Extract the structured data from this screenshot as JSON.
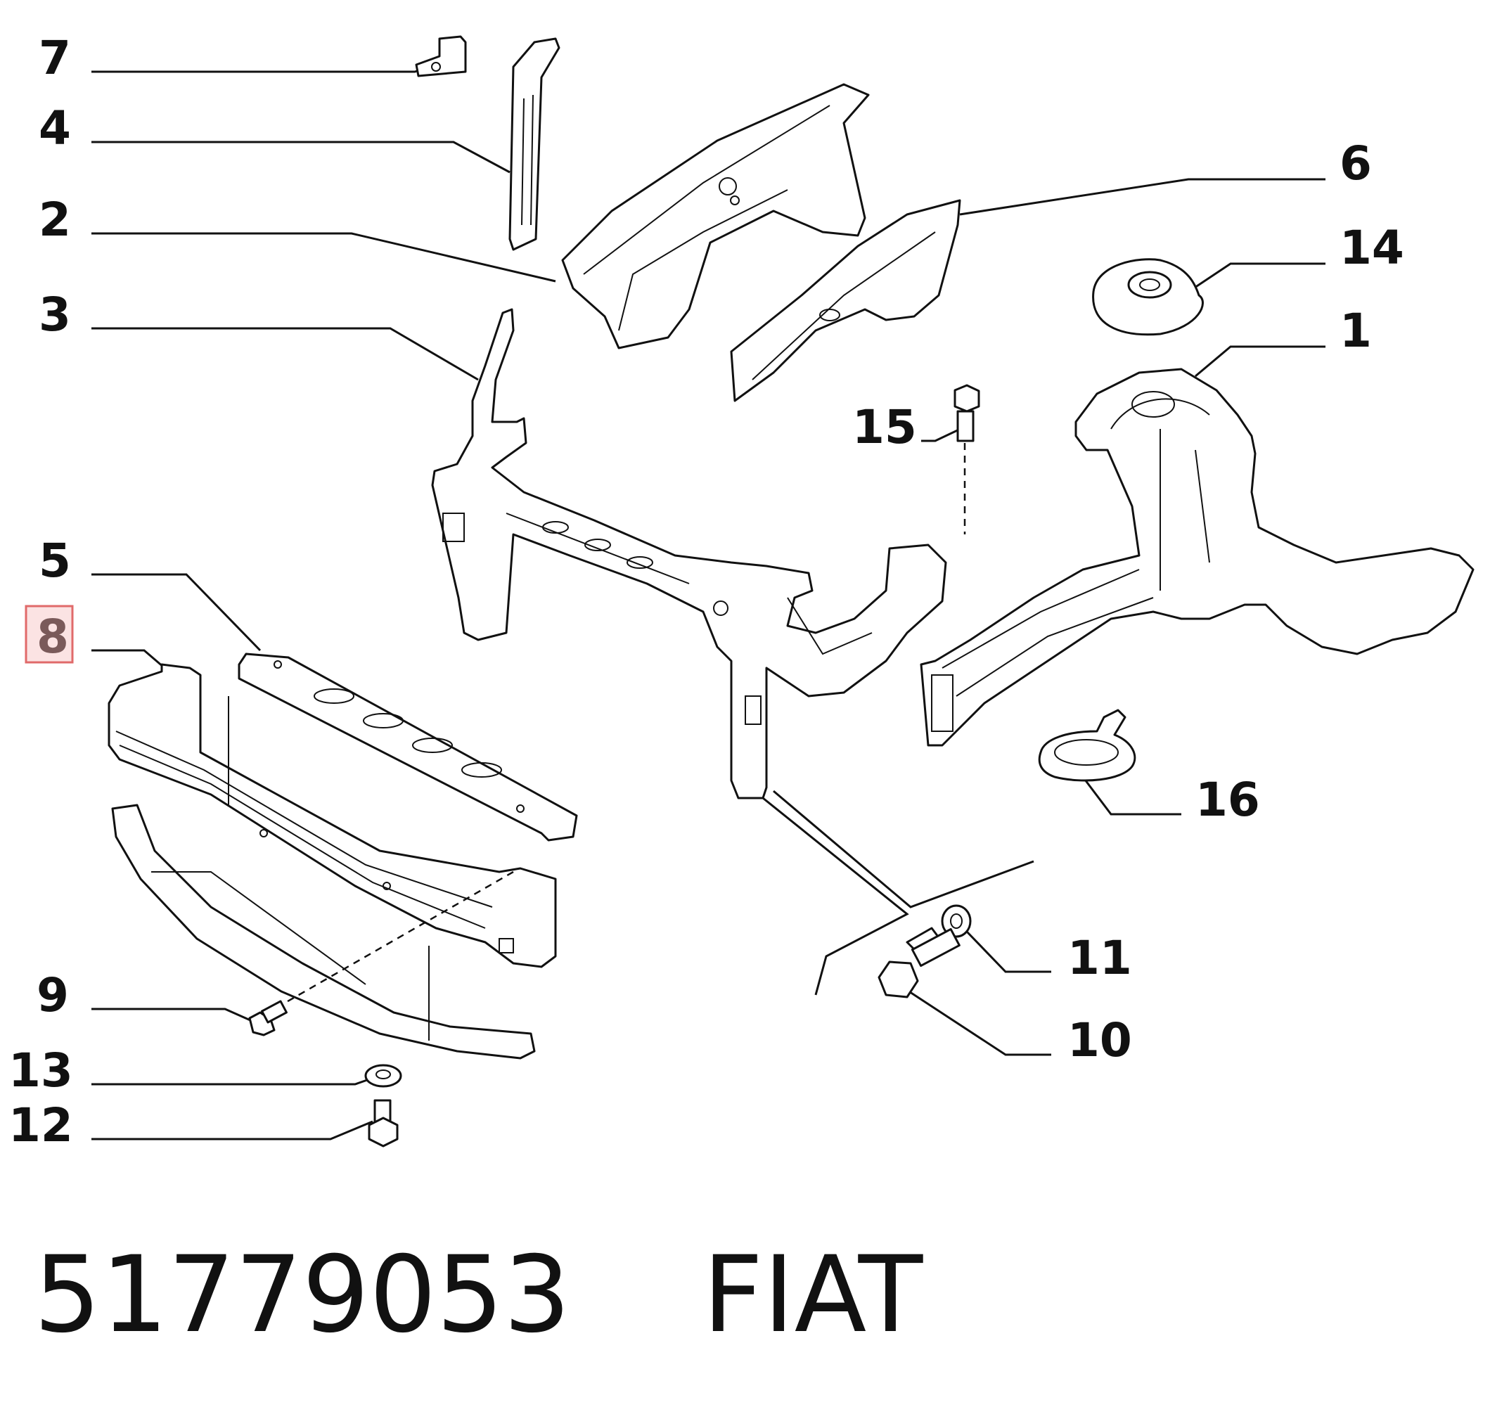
{
  "diagram": {
    "callouts": {
      "c1": "1",
      "c2": "2",
      "c3": "3",
      "c4": "4",
      "c5": "5",
      "c6": "6",
      "c7": "7",
      "c8": "8",
      "c9": "9",
      "c10": "10",
      "c11": "11",
      "c12": "12",
      "c13": "13",
      "c14": "14",
      "c15": "15",
      "c16": "16"
    },
    "highlighted_callout": "8",
    "highlight_color": "#e06a6a",
    "line_color": "#111111"
  },
  "footer": {
    "part_number": "51779053",
    "brand": "FIAT"
  }
}
